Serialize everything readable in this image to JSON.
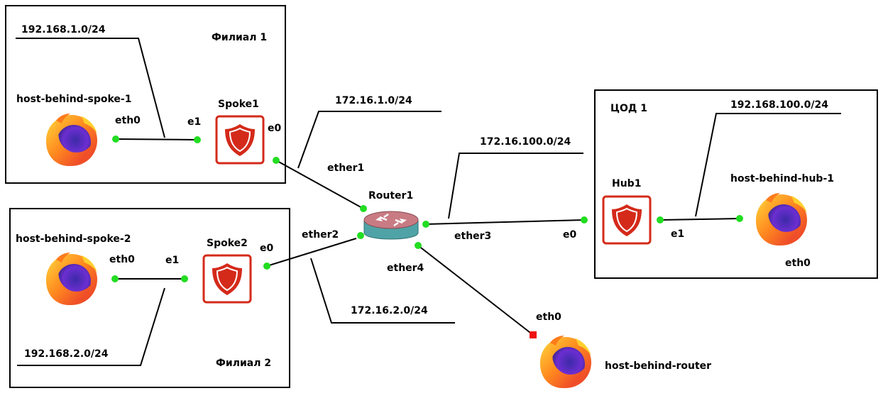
{
  "sites": {
    "branch1": "Филиал 1",
    "branch2": "Филиал 2",
    "hq": "ЦОД 1"
  },
  "devices": {
    "spoke1": "Spoke1",
    "spoke2": "Spoke2",
    "hub1": "Hub1",
    "router1": "Router1",
    "host_spoke1": "host-behind-spoke-1",
    "host_spoke2": "host-behind-spoke-2",
    "host_hub1": "host-behind-hub-1",
    "host_router": "host-behind-router"
  },
  "interfaces": {
    "host_spoke1_eth0": "eth0",
    "spoke1_e1": "e1",
    "spoke1_e0": "e0",
    "host_spoke2_eth0": "eth0",
    "spoke2_e1": "e1",
    "spoke2_e0": "e0",
    "router_ether1": "ether1",
    "router_ether2": "ether2",
    "router_ether3": "ether3",
    "router_ether4": "ether4",
    "hub1_e0": "e0",
    "hub1_e1": "e1",
    "host_hub1_eth0": "eth0",
    "host_router_eth0": "eth0"
  },
  "subnets": {
    "lan1": "192.168.1.0/24",
    "lan2": "192.168.2.0/24",
    "lan_hub": "192.168.100.0/24",
    "link1": "172.16.1.0/24",
    "link2": "172.16.2.0/24",
    "link_hub": "172.16.100.0/24"
  },
  "colors": {
    "port_up": "#22dd22",
    "port_down": "#ee1111",
    "firewall_border": "#d42a1a",
    "shield_fill": "#d42a1a",
    "router_body": "#4fa3a6",
    "router_top": "#c97b84"
  },
  "icons": {
    "firewall": "shield-icon",
    "router": "router-icon",
    "host": "firefox-icon"
  }
}
